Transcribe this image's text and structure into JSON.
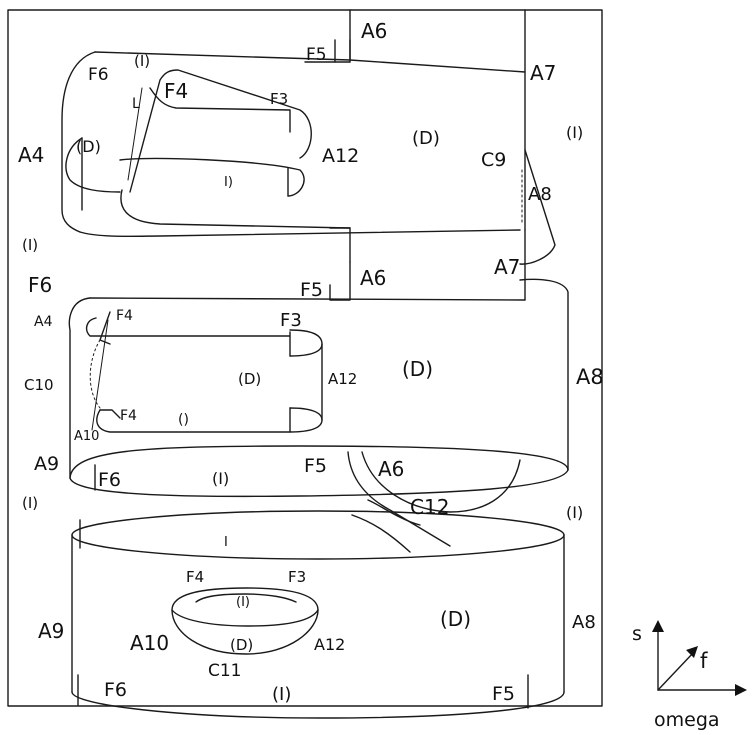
{
  "axes": {
    "vertical_label": "s",
    "diagonal_label": "f",
    "horizontal_label": "omega"
  },
  "labels": {
    "top_A6": "A6",
    "top_F5": "F5",
    "top_A7": "A7",
    "top_I_a": "(I)",
    "top_F6": "F6",
    "top_L": "L",
    "top_F4": "F4",
    "top_F3": "F3",
    "top_D_outer": "(D)",
    "top_A12": "A12",
    "top_A4": "A4",
    "top_D_inner": "(D)",
    "top_I_right": "(I)",
    "top_C9": "C9",
    "top_A8": "A8",
    "top_I_inner": "I)",
    "left_I_1": "(I)",
    "mid_F6": "F6",
    "mid_F5": "F5",
    "mid_A6": "A6",
    "mid_A7": "A7",
    "mid_A4": "A4",
    "mid_F4_a": "F4",
    "mid_F3": "F3",
    "mid_D_big": "(D)",
    "mid_D_inner": "(D)",
    "mid_A12": "A12",
    "mid_C10": "C10",
    "mid_A8": "A8",
    "mid_F4_b": "F4",
    "mid_I_inner": "()",
    "mid_A10": "A10",
    "mid_A9": "A9",
    "mid_F6_b": "F6",
    "mid_I_b": "(I)",
    "mid_F5_b": "F5",
    "mid_A6_b": "A6",
    "mid_C12": "C12",
    "mid_I_right": "(I)",
    "left_I_2": "(I)",
    "bot_I_top": "I",
    "bot_F4": "F4",
    "bot_F3": "F3",
    "bot_I_inner": "(I)",
    "bot_D": "(D)",
    "bot_A9": "A9",
    "bot_A10": "A10",
    "bot_D_inner": "(D)",
    "bot_A12": "A12",
    "bot_A8": "A8",
    "bot_C11": "C11",
    "bot_F6": "F6",
    "bot_I_bottom": "(I)",
    "bot_F5": "F5"
  }
}
